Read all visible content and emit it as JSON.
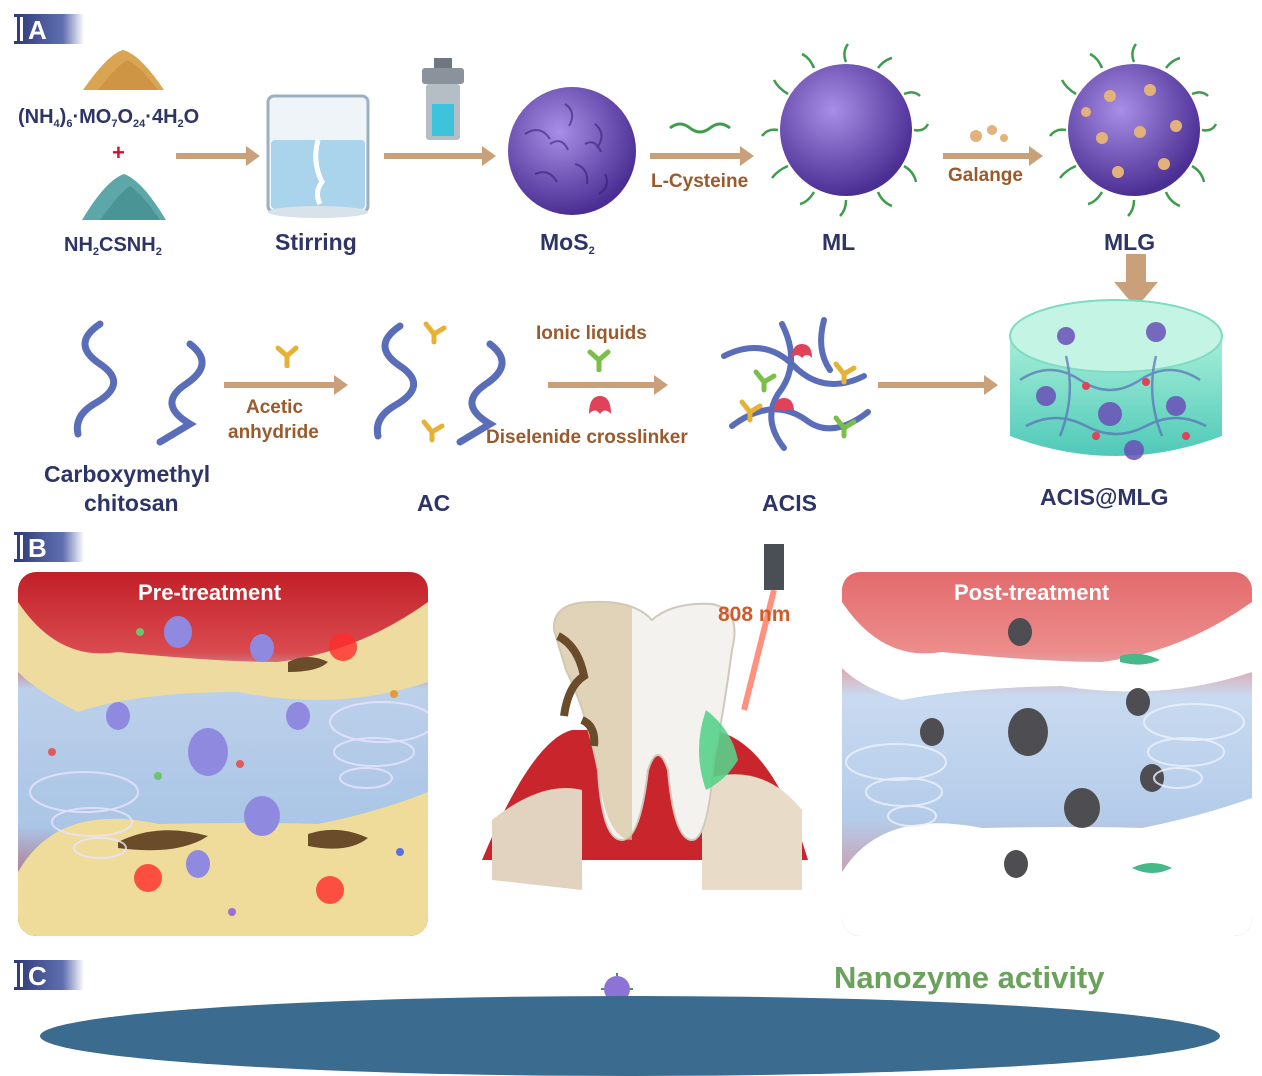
{
  "panels": {
    "a": "A",
    "b": "B",
    "c": "C"
  },
  "row1": {
    "reagent1": "(NH4)6·MO7O24·4H2O",
    "plus": "+",
    "reagent2": "NH2CSNH2",
    "stirring": "Stirring",
    "mos2": "MoS2",
    "l_cysteine": "L-Cysteine",
    "ml": "ML",
    "galange": "Galange",
    "mlg": "MLG"
  },
  "row2": {
    "cmc_line1": "Carboxymethyl",
    "cmc_line2": "chitosan",
    "acetic_line1": "Acetic",
    "acetic_line2": "anhydride",
    "ac": "AC",
    "ionic": "Ionic liquids",
    "diselenide": "Diselenide crosslinker",
    "acis": "ACIS",
    "acis_mlg": "ACIS@MLG"
  },
  "panel_b": {
    "pre": "Pre-treatment",
    "laser": "808 nm",
    "post": "Post-treatment"
  },
  "panel_c": {
    "title": "Nanozyme activity"
  }
}
